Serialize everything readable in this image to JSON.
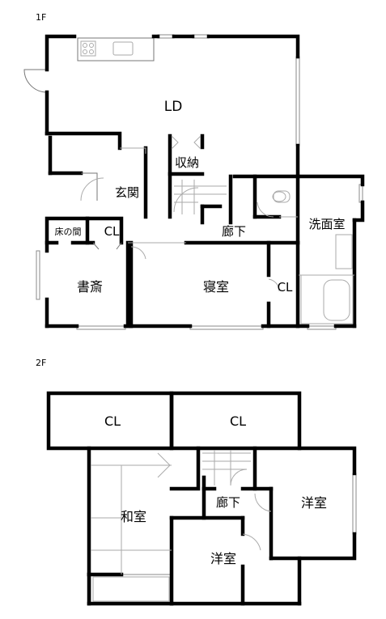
{
  "floors": [
    {
      "label": "1F",
      "rooms": [
        "LD",
        "収納",
        "玄関",
        "廊下",
        "洗面室",
        "床の間",
        "CL",
        "書斎",
        "寝室",
        "CL"
      ]
    },
    {
      "label": "2F",
      "rooms": [
        "CL",
        "CL",
        "和室",
        "廊下",
        "洋室",
        "洋室"
      ]
    }
  ]
}
